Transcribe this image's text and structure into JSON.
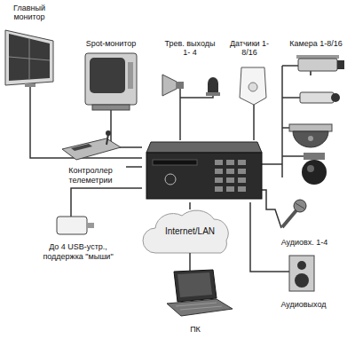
{
  "diagram": {
    "nodes": [
      {
        "text": [
          "Главный монитор"
        ]
      },
      {
        "text": [
          "Spot-монитор"
        ]
      },
      {
        "text": [
          "Трев. выходы 1- 4"
        ]
      },
      {
        "text": [
          "Датчики 1-8/16"
        ]
      },
      {
        "text": [
          "Камера 1-8/16"
        ]
      },
      {
        "text": [
          "Контроллер телеметрии"
        ]
      },
      {
        "text": []
      },
      {
        "text": [
          "До 4 USB-устр., поддержка \"мыши\""
        ]
      },
      {
        "text": [
          "Internet/LAN"
        ]
      },
      {
        "text": [
          "Аудиовх. 1-4"
        ]
      },
      {
        "text": [
          "ПК"
        ]
      },
      {
        "text": [
          "Аудиовыход"
        ]
      }
    ],
    "edges": [
      {
        "from": 0,
        "to": 6,
        "arrow": "none"
      },
      {
        "from": 1,
        "to": 6,
        "arrow": "none"
      },
      {
        "from": 2,
        "to": 6,
        "arrow": "none"
      },
      {
        "from": 3,
        "to": 6,
        "arrow": "none"
      },
      {
        "from": 4,
        "to": 6,
        "arrow": "none"
      },
      {
        "from": 5,
        "to": 6,
        "arrow": "none"
      },
      {
        "from": 7,
        "to": 6,
        "arrow": "none"
      },
      {
        "from": 6,
        "to": 8,
        "arrow": "none"
      },
      {
        "from": 8,
        "to": 10,
        "arrow": "none"
      },
      {
        "from": 9,
        "to": 6,
        "arrow": "none"
      },
      {
        "from": 11,
        "to": 6,
        "arrow": "none"
      }
    ]
  }
}
